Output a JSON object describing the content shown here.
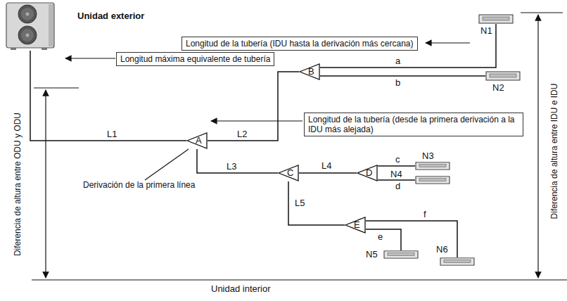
{
  "diagram": {
    "nodes": [
      {
        "text": [
          "Unidad exterior"
        ]
      },
      {
        "text": [
          "N1"
        ]
      },
      {
        "text": [
          "B"
        ]
      },
      {
        "text": [
          "N2"
        ]
      },
      {
        "text": [
          "A"
        ]
      },
      {
        "text": [
          "C"
        ]
      },
      {
        "text": [
          "D"
        ]
      },
      {
        "text": [
          "N3"
        ]
      },
      {
        "text": [
          "N4"
        ]
      },
      {
        "text": [
          "E"
        ]
      },
      {
        "text": [
          "N5"
        ]
      },
      {
        "text": [
          "N6"
        ]
      }
    ],
    "edges": [
      {
        "from": 0,
        "to": 4,
        "arrow": "none",
        "label": "L1"
      },
      {
        "from": 4,
        "to": 2,
        "arrow": "none",
        "label": "L2"
      },
      {
        "from": 4,
        "to": 5,
        "arrow": "none",
        "label": "L3"
      },
      {
        "from": 5,
        "to": 6,
        "arrow": "none",
        "label": "L4"
      },
      {
        "from": 5,
        "to": 9,
        "arrow": "none",
        "label": "L5"
      },
      {
        "from": 2,
        "to": 1,
        "arrow": "none",
        "label": "a"
      },
      {
        "from": 2,
        "to": 3,
        "arrow": "none",
        "label": "b"
      },
      {
        "from": 6,
        "to": 7,
        "arrow": "none",
        "label": "c"
      },
      {
        "from": 6,
        "to": 8,
        "arrow": "none",
        "label": "d"
      },
      {
        "from": 9,
        "to": 10,
        "arrow": "none",
        "label": "e"
      },
      {
        "from": 9,
        "to": 11,
        "arrow": "none",
        "label": "f"
      }
    ],
    "labels": [
      "Longitud de la tubería (IDU hasta la derivación más cercana)",
      "Longitud máxima equivalente de tubería",
      "Longitud de la tubería (desde la primera derivación a la IDU más alejada)",
      "Derivación de la primera línea",
      "Diferencia de altura entre ODU y ODU",
      "Diferencia de altura entre IDU e IDU",
      "Unidad interior"
    ]
  }
}
